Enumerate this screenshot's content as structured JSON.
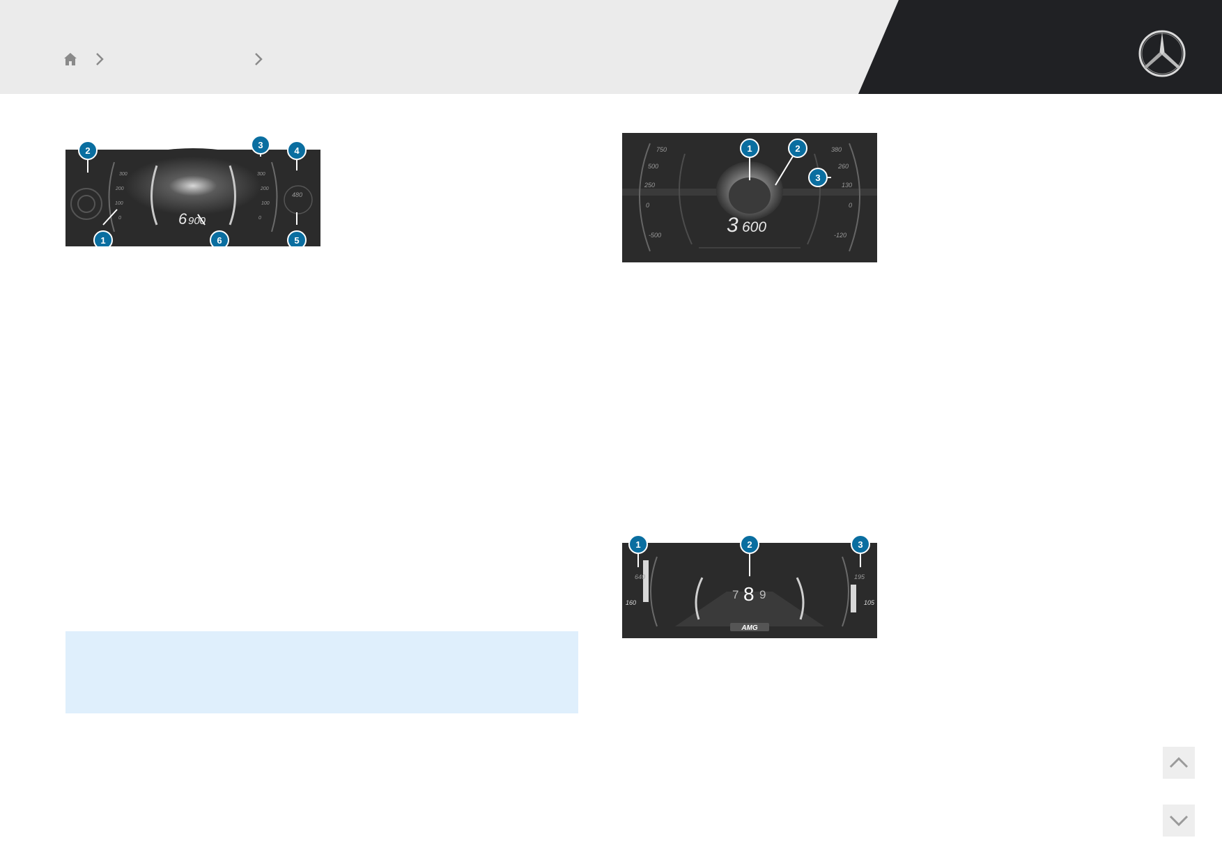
{
  "colors": {
    "header_bg": "#ebebeb",
    "header_dark": "#202124",
    "badge": "#0a6ea0",
    "info_bg": "#dfeffc",
    "panel_bg": "#2b2b2b"
  },
  "header": {
    "logo_icon": "mercedes-star-icon",
    "home_icon": "home-icon",
    "separator_icon": "chevron-right-icon"
  },
  "figure1": {
    "badges": [
      "2",
      "3",
      "4",
      "1",
      "6",
      "5"
    ],
    "left_scale": [
      "300",
      "200",
      "100",
      "0"
    ],
    "right_scale": [
      "300",
      "200",
      "100",
      "0"
    ],
    "small_value": "480",
    "rpm_big": "6",
    "rpm_small": "900"
  },
  "figure2": {
    "badges": [
      "1",
      "2",
      "3"
    ],
    "left_scale": [
      "750",
      "500",
      "250",
      "0",
      "-500"
    ],
    "right_scale": [
      "380",
      "260",
      "130",
      "0",
      "-120"
    ],
    "rpm_big": "3",
    "rpm_small": "600"
  },
  "figure3": {
    "badges": [
      "1",
      "2",
      "3"
    ],
    "left_values": [
      "640",
      "160"
    ],
    "right_values": [
      "195",
      "105"
    ],
    "gear_prev": "7",
    "gear_current": "8",
    "gear_next": "9",
    "brand": "AMG"
  },
  "nav": {
    "up_icon": "chevron-up-icon",
    "down_icon": "chevron-down-icon"
  }
}
